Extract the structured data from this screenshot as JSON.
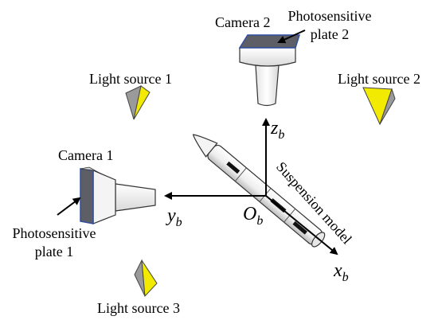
{
  "labels": {
    "camera2": "Camera 2",
    "plate2_line1": "Photosensitive",
    "plate2_line2": "plate 2",
    "light1": "Light source 1",
    "light2": "Light source 2",
    "light3": "Light source 3",
    "camera1": "Camera 1",
    "plate1_line1": "Photosensitive",
    "plate1_line2": "plate 1",
    "suspension": "Suspension model"
  },
  "axes": {
    "z_main": "z",
    "z_sub": "b",
    "y_main": "y",
    "y_sub": "b",
    "x_main": "x",
    "x_sub": "b",
    "o_main": "O",
    "o_sub": "b"
  },
  "colors": {
    "light_yellow": "#f2ea00",
    "light_gray": "#9a9a9a",
    "plate_dark": "#5e5e66",
    "plate_edge": "#2f4fa0",
    "body_light": "#f2f2f2",
    "outline": "#333333"
  }
}
